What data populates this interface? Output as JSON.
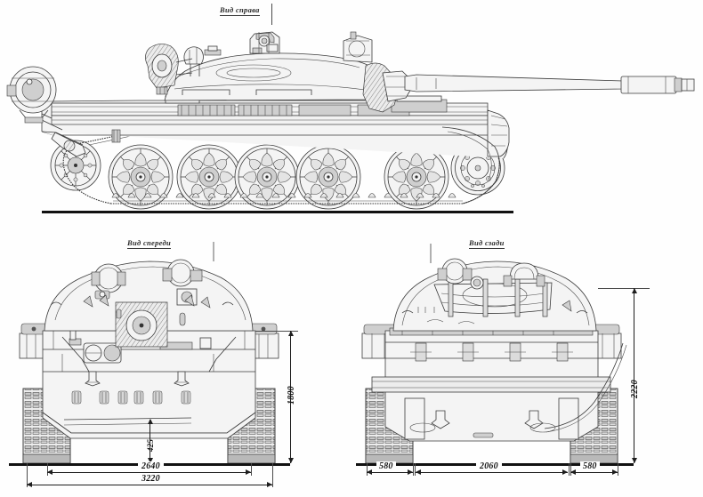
{
  "document": {
    "type": "technical-blueprint",
    "subject": "Soviet medium tank orthographic projection drawing",
    "background_color": "#fefefe",
    "line_color": "#3b3b3b",
    "dimension_units": "mm"
  },
  "views": [
    {
      "id": "side",
      "label": "Вид справа"
    },
    {
      "id": "front",
      "label": "Вид спереди"
    },
    {
      "id": "rear",
      "label": "Вид сзади"
    }
  ],
  "dimensions": {
    "front": [
      {
        "name": "hull-height",
        "value": "1800",
        "orientation": "vertical"
      },
      {
        "name": "ground-clearance",
        "value": "425",
        "orientation": "vertical"
      },
      {
        "name": "track-centre-width",
        "value": "2640",
        "orientation": "horizontal"
      },
      {
        "name": "overall-width",
        "value": "3220",
        "orientation": "horizontal"
      }
    ],
    "rear": [
      {
        "name": "overall-height",
        "value": "2220",
        "orientation": "vertical"
      },
      {
        "name": "track-width-left",
        "value": "580",
        "orientation": "horizontal"
      },
      {
        "name": "hull-width",
        "value": "2060",
        "orientation": "horizontal"
      },
      {
        "name": "track-width-right",
        "value": "580",
        "orientation": "horizontal"
      }
    ]
  }
}
